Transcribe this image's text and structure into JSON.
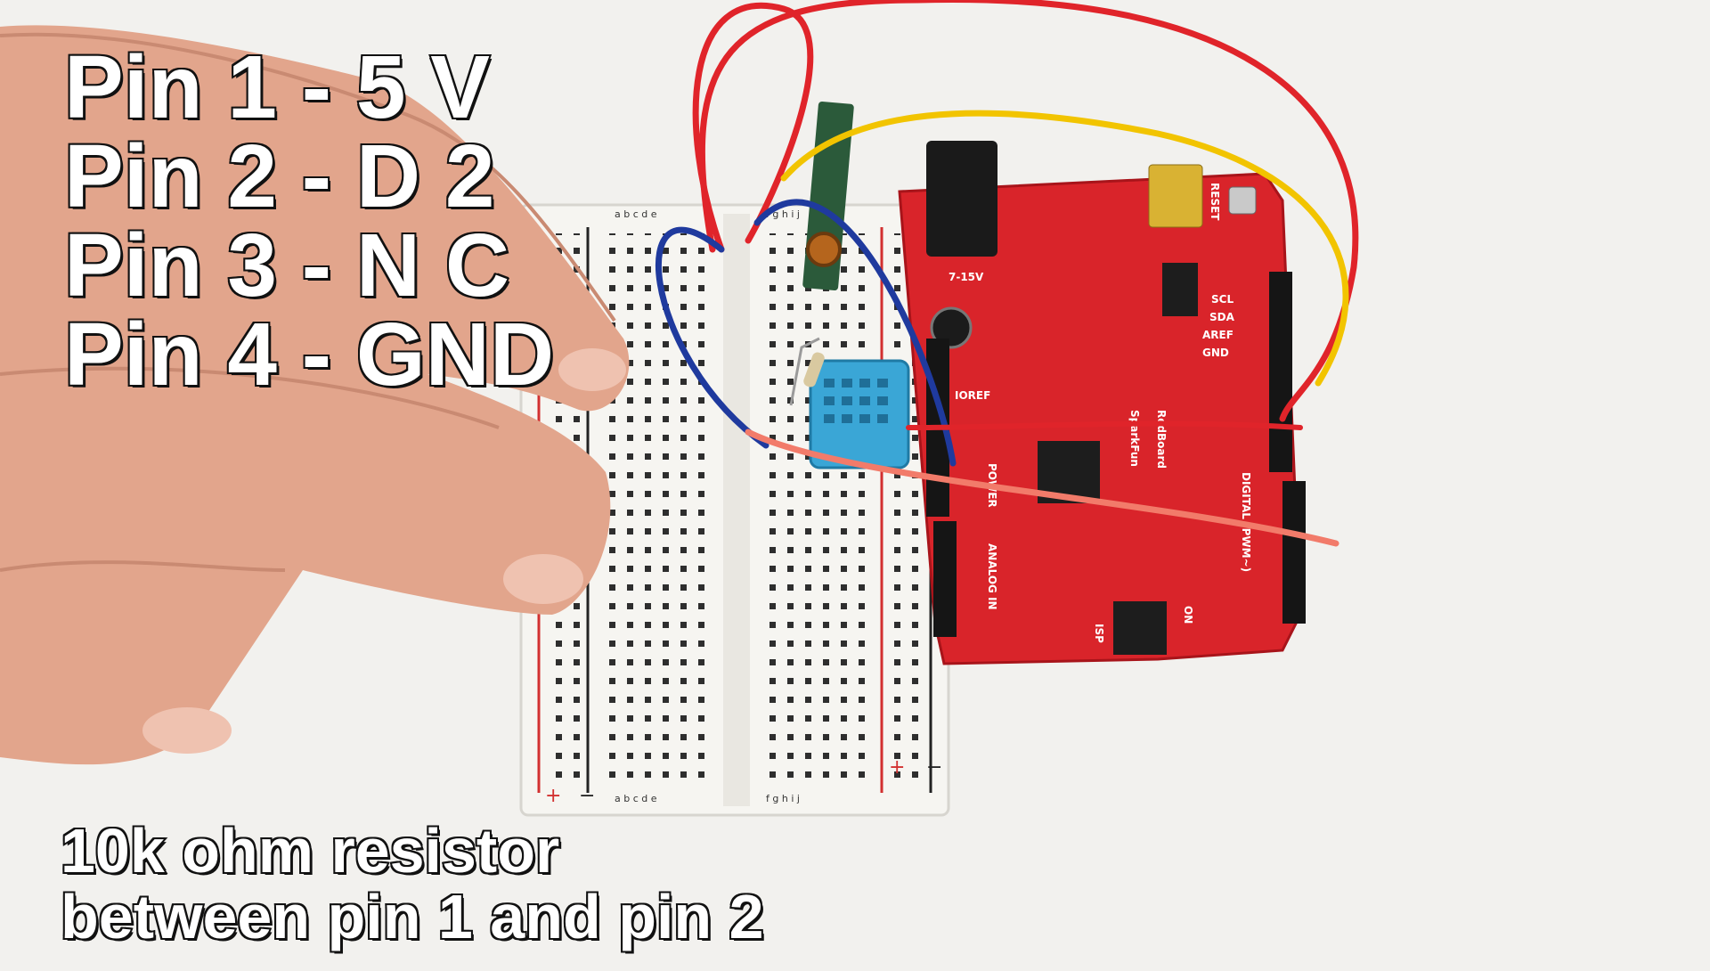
{
  "overlay": {
    "pins": [
      "Pin 1 - 5 V",
      "Pin 2 - D 2",
      "Pin 3 - N C",
      "Pin 4 - GND"
    ],
    "caption": [
      "10k ohm resistor",
      "between pin 1 and pin 2"
    ]
  },
  "board": {
    "labels": {
      "power_jack": "7-15V",
      "reset": "RESET",
      "scl": "SCL",
      "sda": "SDA",
      "aref": "AREF",
      "gnd": "GND",
      "ioref": "IOREF",
      "power": "POWER",
      "analog_in": "ANALOG IN",
      "digital": "DIGITAL (PWM~)",
      "brand": "SparkFun",
      "redboard": "RedBoard",
      "isp": "ISP",
      "on": "ON"
    }
  },
  "colors": {
    "board_red": "#d9242a",
    "breadboard": "#f4f3ef",
    "sensor_blue": "#3aa6d6",
    "wire_red": "#e0242a",
    "wire_yellow": "#f2c400",
    "wire_blue": "#1f3a9e",
    "wire_salmon": "#f27b6a"
  }
}
